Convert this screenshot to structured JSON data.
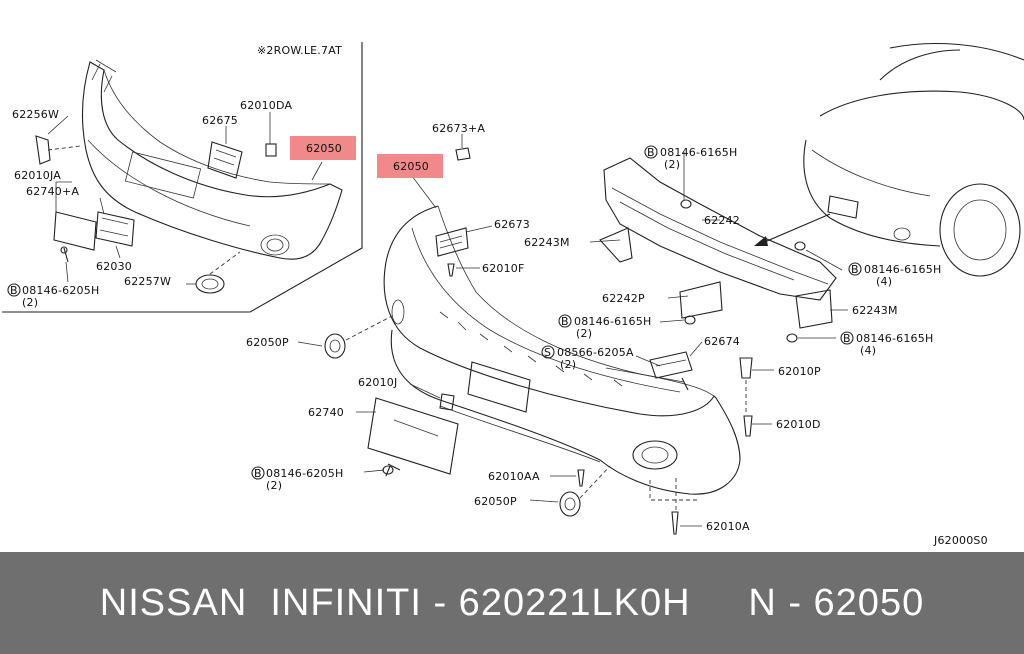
{
  "diagram": {
    "inset_note": "※2ROW.LE.7AT",
    "drawing_code": "J62000S0",
    "labels": {
      "l_62256W": "62256W",
      "l_62010DA": "62010DA",
      "l_62675": "62675",
      "l_62050_inset": "62050",
      "l_62010JA": "62010JA",
      "l_62740A": "62740+A",
      "l_62030": "62030",
      "l_62257W": "62257W",
      "l_08146_6205H_inset": "08146-6205H",
      "l_qty2_inset": "(2)",
      "l_62673A": "62673+A",
      "l_62050_main": "62050",
      "l_62673": "62673",
      "l_62243M_a": "62243M",
      "l_62010F": "62010F",
      "l_62050P_a": "62050P",
      "l_08146_6165H_a": "08146-6165H",
      "l_qty2_a": "(2)",
      "l_62242": "62242",
      "l_08146_6165H_b": "08146-6165H",
      "l_qty4_b": "(4)",
      "l_62242P": "62242P",
      "l_62243M_b": "62243M",
      "l_08146_6165H_c": "08146-6165H",
      "l_qty2_c": "(2)",
      "l_08146_6165H_d": "08146-6165H",
      "l_qty4_d": "(4)",
      "l_08566_6205A": "08566-6205A",
      "l_qty2_e": "(2)",
      "l_62674": "62674",
      "l_62010J": "62010J",
      "l_62010P": "62010P",
      "l_62740": "62740",
      "l_62010D": "62010D",
      "l_08146_6205H_main": "08146-6205H",
      "l_qty2_f": "(2)",
      "l_62010AA": "62010AA",
      "l_62050P_b": "62050P",
      "l_62010A": "62010A"
    },
    "bolt_marker": "B",
    "screw_marker": "S"
  },
  "footer": {
    "text": "NISSAN  INFINITI - 620221LK0H     N - 62050"
  },
  "colors": {
    "highlight": "#f08a8a",
    "footer_bg": "#6f6f6f",
    "footer_text": "#ffffff"
  }
}
